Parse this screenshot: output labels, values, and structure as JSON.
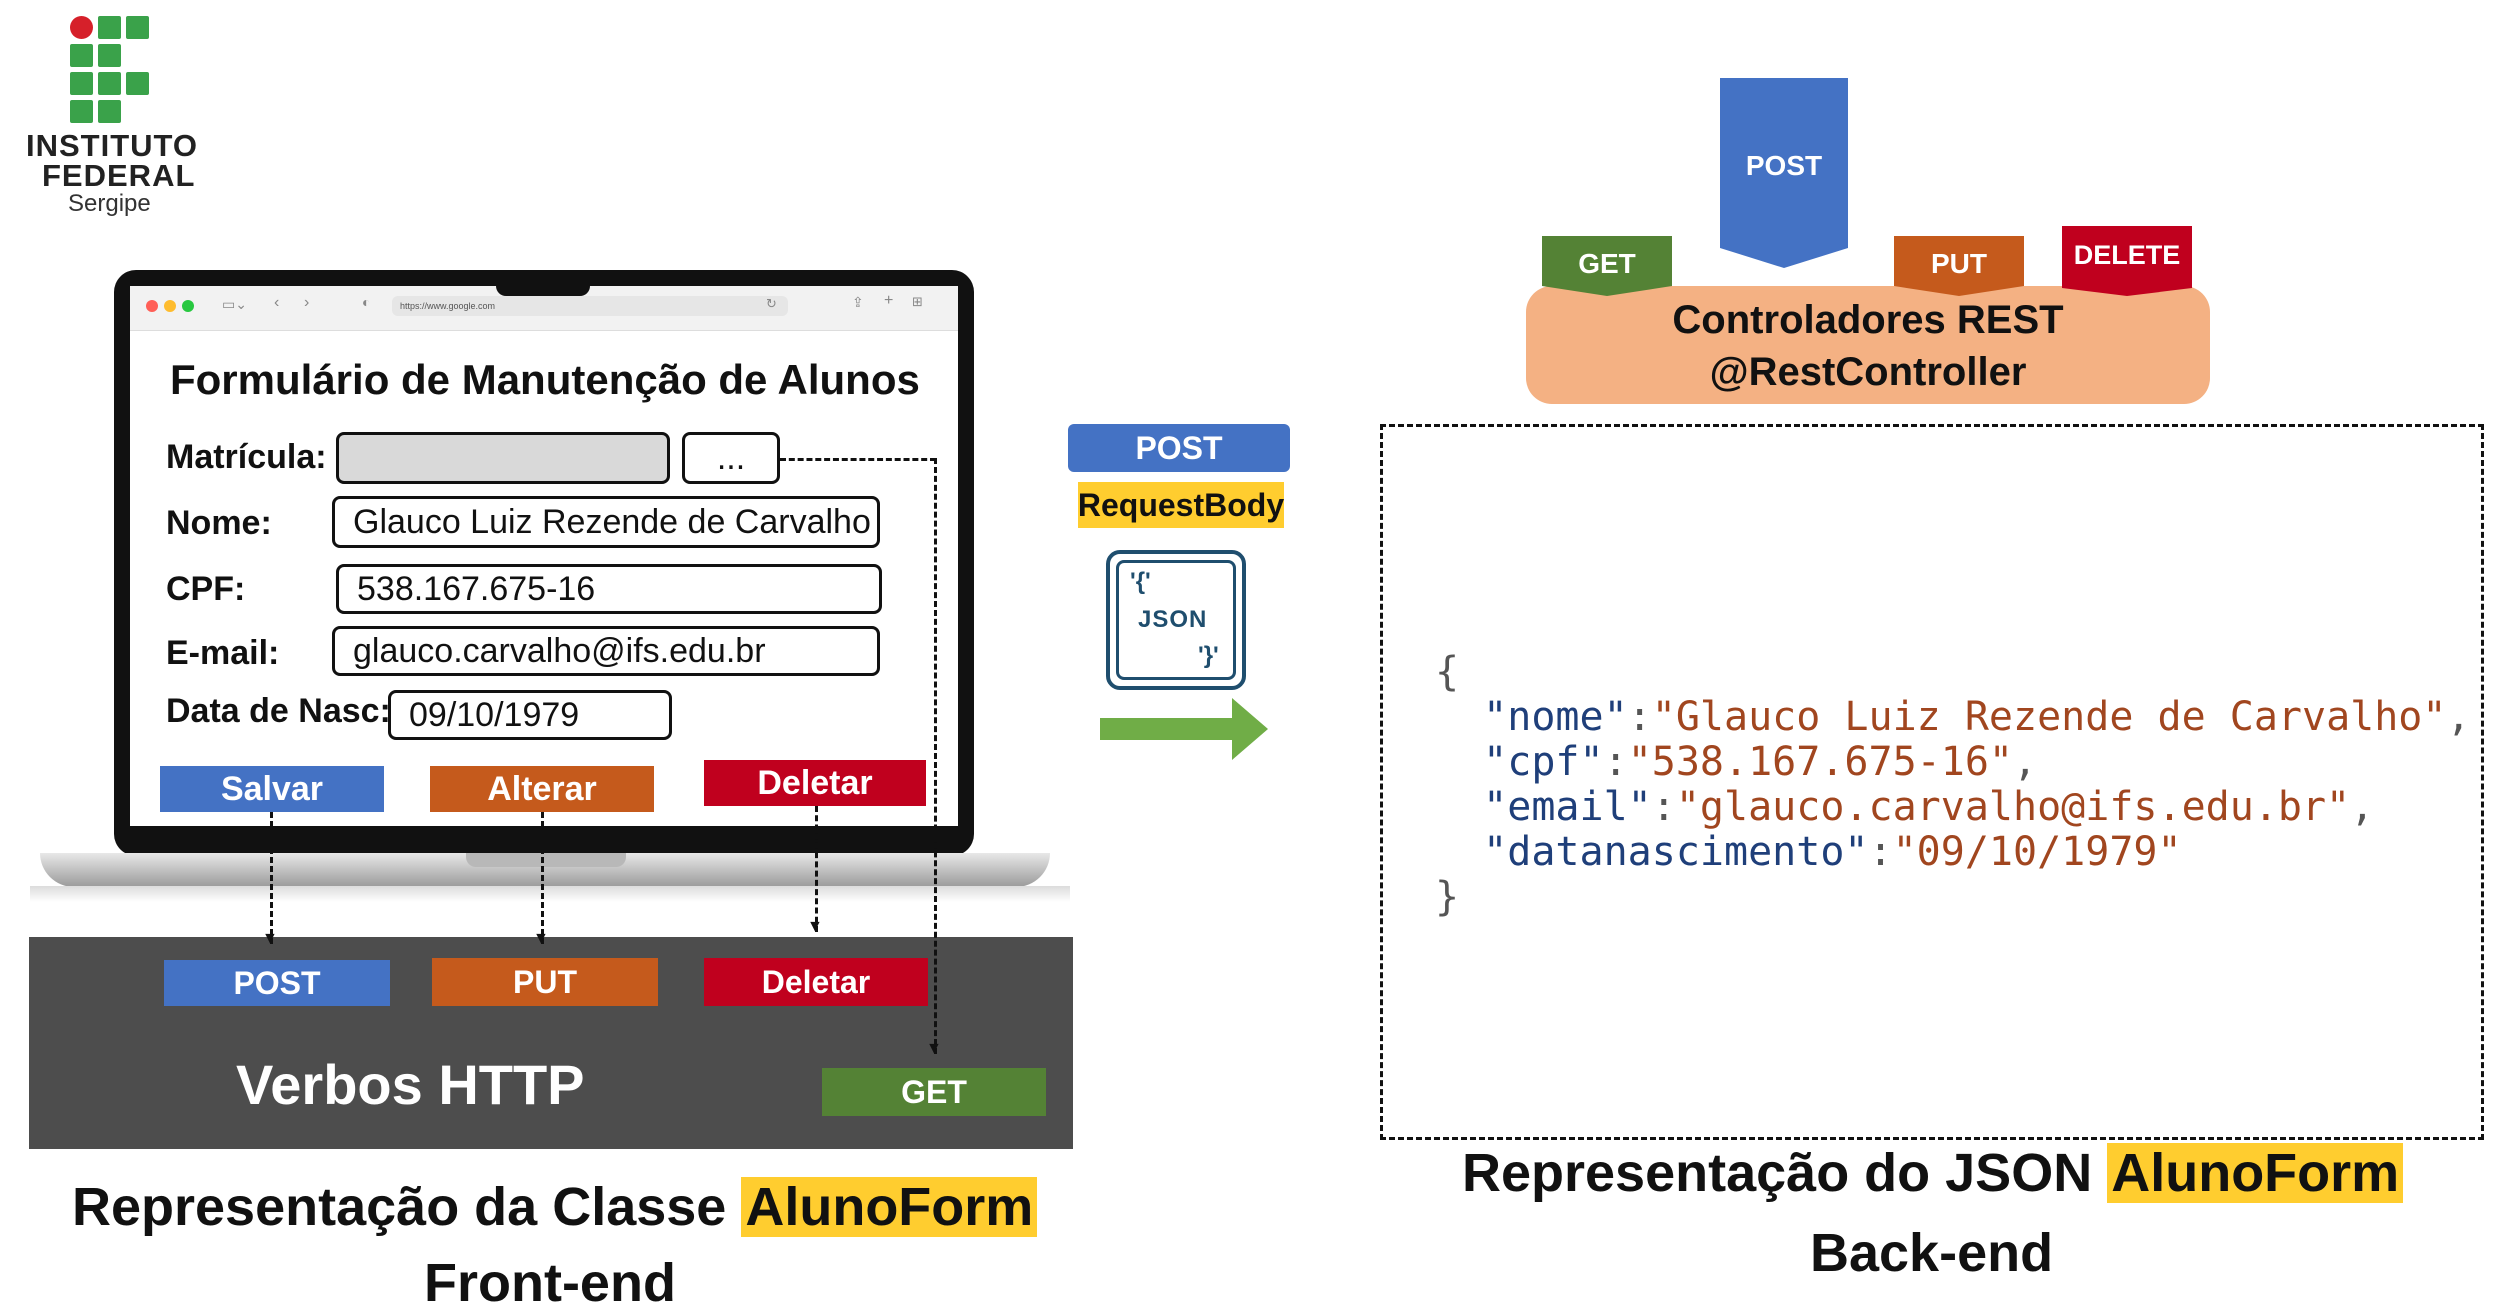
{
  "logo": {
    "line1": "INSTITUTO",
    "line2": "FEDERAL",
    "line3": "Sergipe"
  },
  "browser": {
    "url": "https://www.google.com"
  },
  "form": {
    "title": "Formulário de Manutenção de Alunos",
    "matricula_label": "Matrícula:",
    "matricula_value": "",
    "lookup_button": "...",
    "nome_label": "Nome:",
    "nome_value": "Glauco Luiz Rezende de Carvalho",
    "cpf_label": "CPF:",
    "cpf_value": "538.167.675-16",
    "email_label": "E-mail:",
    "email_value": "glauco.carvalho@ifs.edu.br",
    "nasc_label": "Data de Nasc:",
    "nasc_value": "09/10/1979",
    "buttons": {
      "salvar": "Salvar",
      "alterar": "Alterar",
      "deletar": "Deletar"
    }
  },
  "http": {
    "title": "Verbos HTTP",
    "post": "POST",
    "put": "PUT",
    "deletar": "Deletar",
    "get": "GET"
  },
  "transfer": {
    "method": "POST",
    "annotation": "RequestBody",
    "json_open": "'{'",
    "json_label": "JSON",
    "json_close": "'}'"
  },
  "rest": {
    "title": "Controladores REST",
    "annotation": "@RestController",
    "tabs": {
      "post": "POST",
      "get": "GET",
      "put": "PUT",
      "delete": "DELETE"
    }
  },
  "json": {
    "open": "{",
    "close": "}",
    "fields": [
      {
        "key": "\"nome\"",
        "value": "\"Glauco Luiz Rezende de Carvalho\"",
        "sep": ","
      },
      {
        "key": "\"cpf\"",
        "value": "\"538.167.675-16\"",
        "sep": ","
      },
      {
        "key": "\"email\"",
        "value": "\"glauco.carvalho@ifs.edu.br\"",
        "sep": ","
      },
      {
        "key": "\"datanascimento\"",
        "value": "\"09/10/1979\"",
        "sep": ""
      }
    ]
  },
  "captions": {
    "left_prefix": "Representação da Classe ",
    "left_highlight": "AlunoForm",
    "left_sub": "Front-end",
    "right_prefix": "Representação do JSON ",
    "right_highlight": "AlunoForm",
    "right_sub": "Back-end"
  },
  "colors": {
    "post": "#4472c4",
    "put": "#c55a1c",
    "delete": "#c0001e",
    "get": "#548235",
    "highlight": "#ffcd2f",
    "rest_box": "#f4b183",
    "panel": "#4d4d4d"
  }
}
